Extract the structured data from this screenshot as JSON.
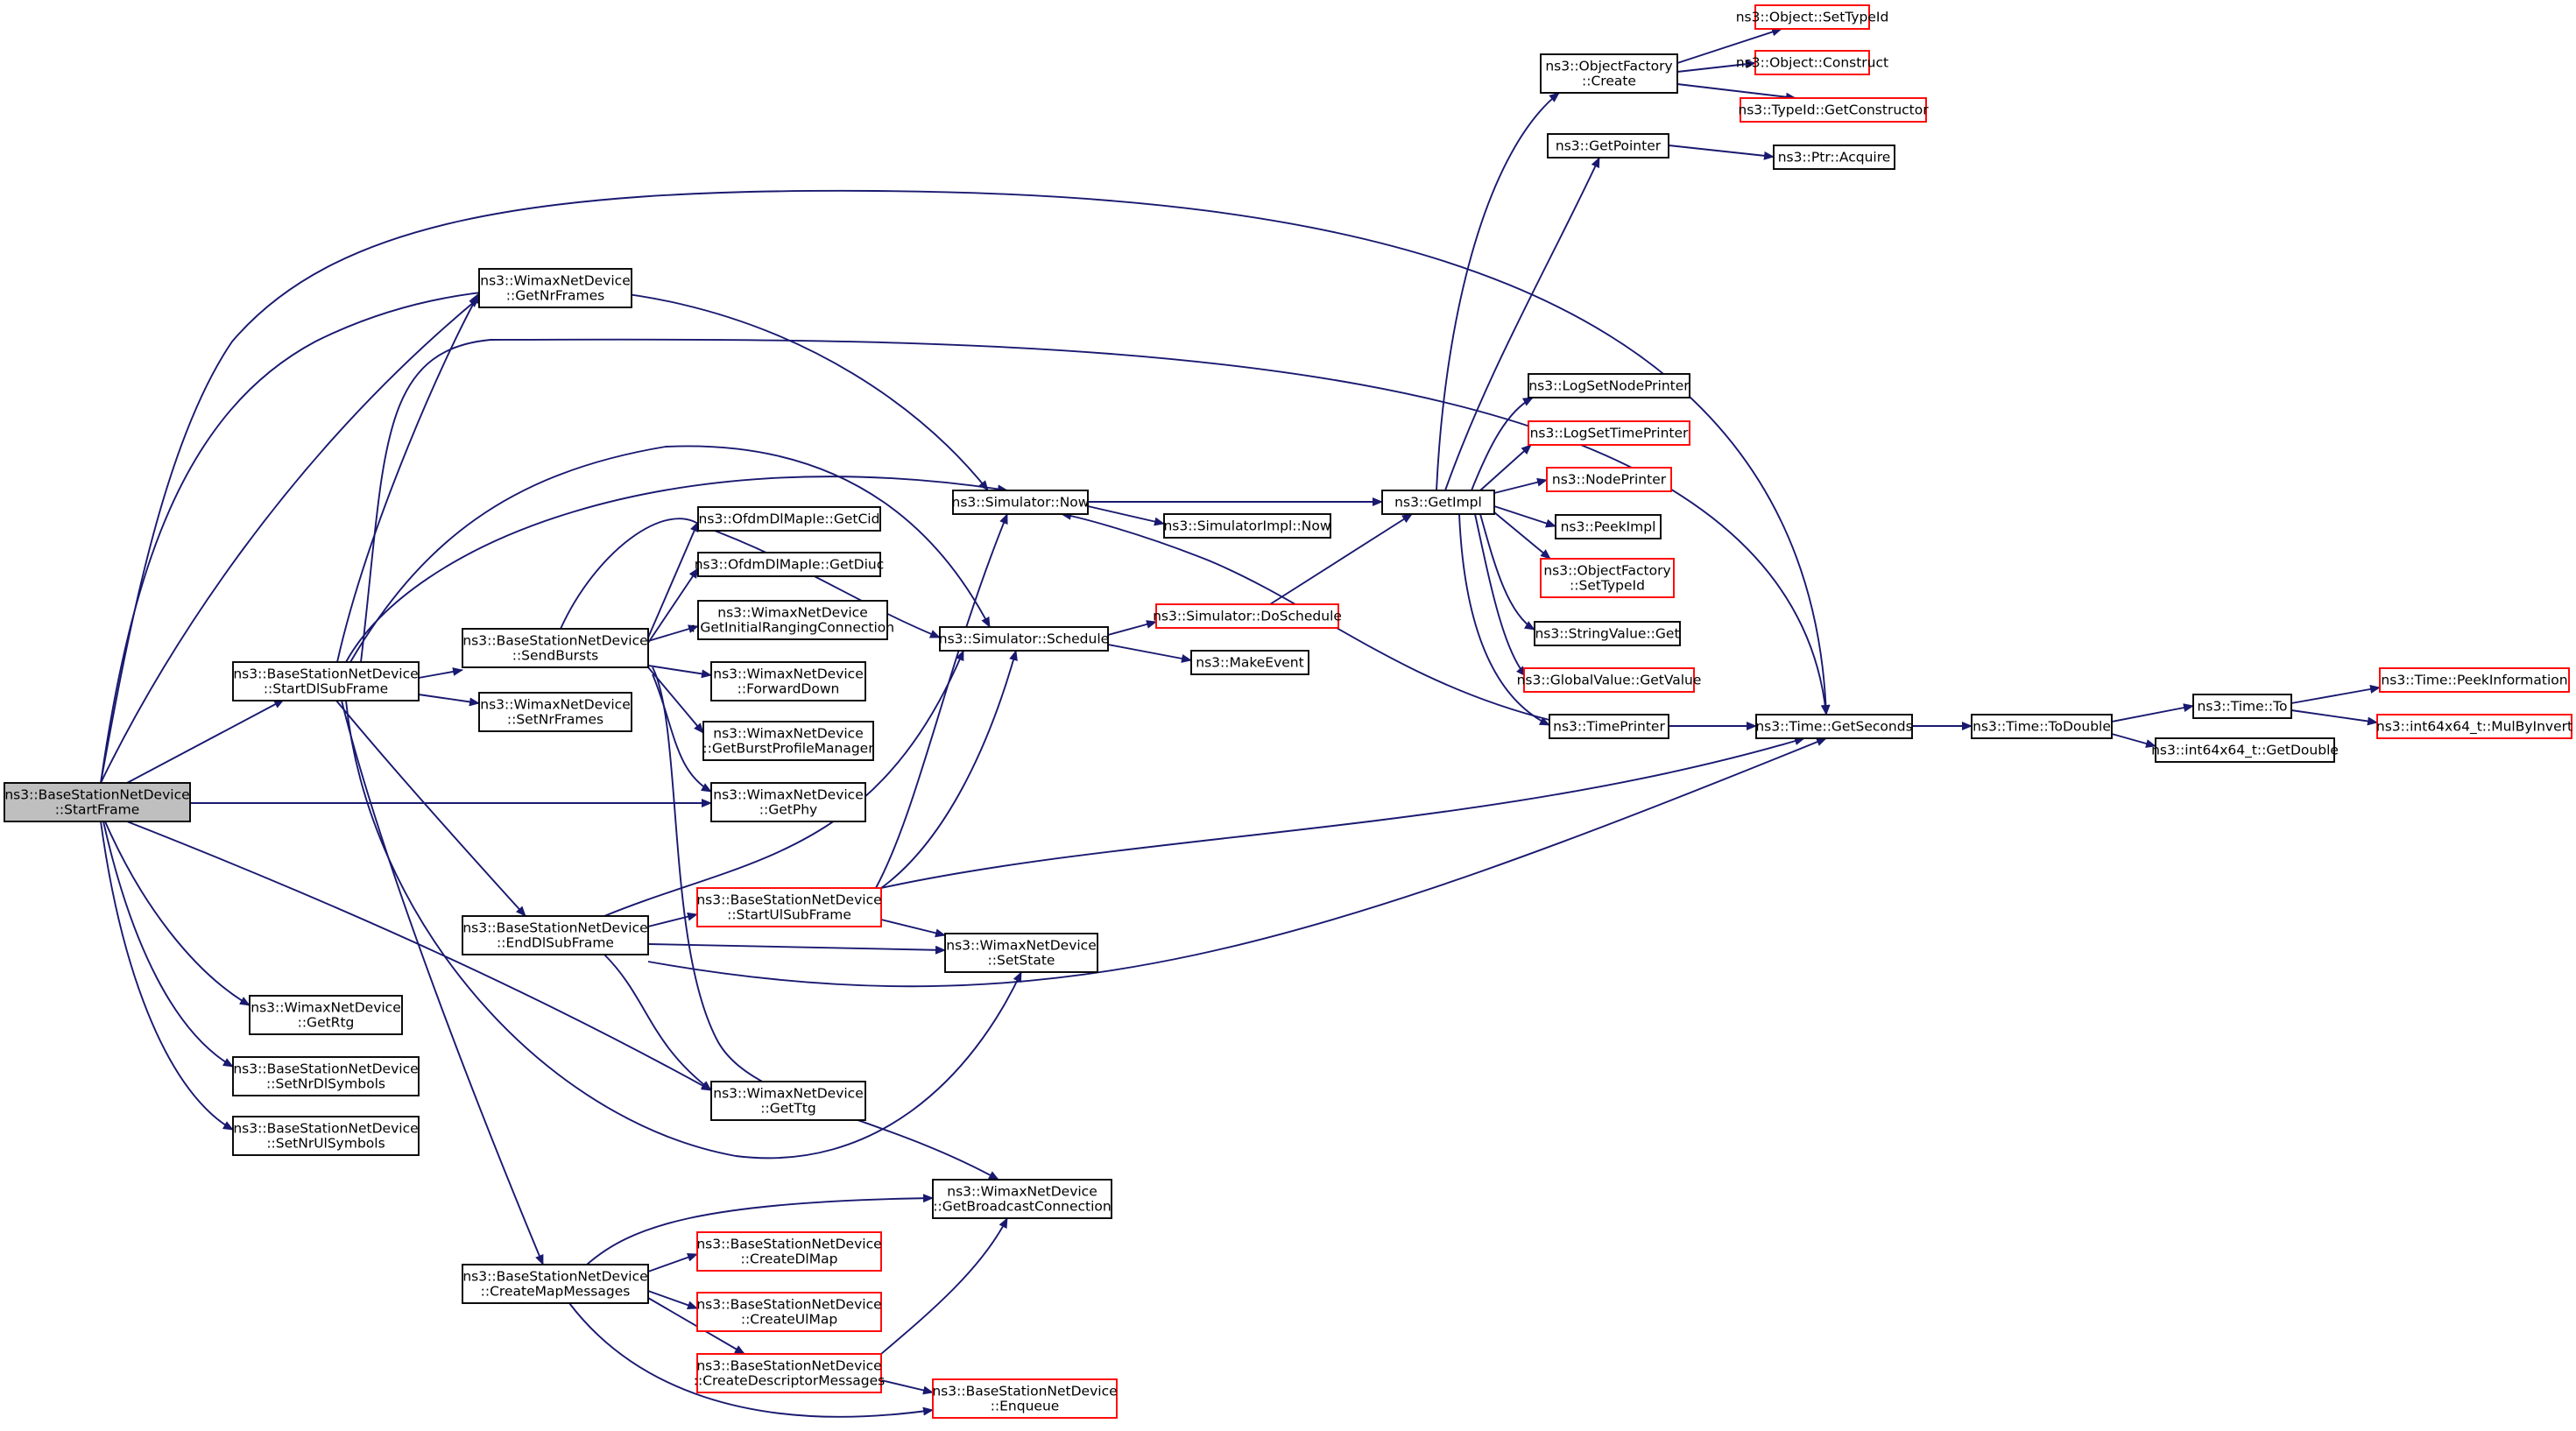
{
  "colors": {
    "edge": "#191970",
    "node_border": "#000000",
    "node_border_truncated": "#ff0000",
    "node_fill": "#ffffff",
    "root_fill": "#bfbfbf"
  },
  "nodes": [
    {
      "id": "startframe",
      "lines": [
        "ns3::BaseStationNetDevice",
        "::StartFrame"
      ],
      "style": "root"
    },
    {
      "id": "startdl",
      "lines": [
        "ns3::BaseStationNetDevice",
        "::StartDlSubFrame"
      ],
      "style": "normal"
    },
    {
      "id": "getnrframes",
      "lines": [
        "ns3::WimaxNetDevice",
        "::GetNrFrames"
      ],
      "style": "normal"
    },
    {
      "id": "getrtg",
      "lines": [
        "ns3::WimaxNetDevice",
        "::GetRtg"
      ],
      "style": "normal"
    },
    {
      "id": "setnrdl",
      "lines": [
        "ns3::BaseStationNetDevice",
        "::SetNrDlSymbols"
      ],
      "style": "normal"
    },
    {
      "id": "setnrul",
      "lines": [
        "ns3::BaseStationNetDevice",
        "::SetNrUlSymbols"
      ],
      "style": "normal"
    },
    {
      "id": "sendbursts",
      "lines": [
        "ns3::BaseStationNetDevice",
        "::SendBursts"
      ],
      "style": "normal"
    },
    {
      "id": "setnrframes",
      "lines": [
        "ns3::WimaxNetDevice",
        "::SetNrFrames"
      ],
      "style": "normal"
    },
    {
      "id": "enddl",
      "lines": [
        "ns3::BaseStationNetDevice",
        "::EndDlSubFrame"
      ],
      "style": "normal"
    },
    {
      "id": "createmap",
      "lines": [
        "ns3::BaseStationNetDevice",
        "::CreateMapMessages"
      ],
      "style": "normal"
    },
    {
      "id": "getcid",
      "lines": [
        "ns3::OfdmDlMapIe::GetCid"
      ],
      "style": "normal"
    },
    {
      "id": "getdiuc",
      "lines": [
        "ns3::OfdmDlMapIe::GetDiuc"
      ],
      "style": "normal"
    },
    {
      "id": "getinitranging",
      "lines": [
        "ns3::WimaxNetDevice",
        "::GetInitialRangingConnection"
      ],
      "style": "normal"
    },
    {
      "id": "forwarddown",
      "lines": [
        "ns3::WimaxNetDevice",
        "::ForwardDown"
      ],
      "style": "normal"
    },
    {
      "id": "getburstprofile",
      "lines": [
        "ns3::WimaxNetDevice",
        "::GetBurstProfileManager"
      ],
      "style": "normal"
    },
    {
      "id": "getphy",
      "lines": [
        "ns3::WimaxNetDevice",
        "::GetPhy"
      ],
      "style": "normal"
    },
    {
      "id": "startul",
      "lines": [
        "ns3::BaseStationNetDevice",
        "::StartUlSubFrame"
      ],
      "style": "truncated"
    },
    {
      "id": "getttg",
      "lines": [
        "ns3::WimaxNetDevice",
        "::GetTtg"
      ],
      "style": "normal"
    },
    {
      "id": "createdlmap",
      "lines": [
        "ns3::BaseStationNetDevice",
        "::CreateDlMap"
      ],
      "style": "truncated"
    },
    {
      "id": "createulmap",
      "lines": [
        "ns3::BaseStationNetDevice",
        "::CreateUlMap"
      ],
      "style": "truncated"
    },
    {
      "id": "createdesc",
      "lines": [
        "ns3::BaseStationNetDevice",
        "::CreateDescriptorMessages"
      ],
      "style": "truncated"
    },
    {
      "id": "enqueue",
      "lines": [
        "ns3::BaseStationNetDevice",
        "::Enqueue"
      ],
      "style": "truncated"
    },
    {
      "id": "simnow",
      "lines": [
        "ns3::Simulator::Now"
      ],
      "style": "normal"
    },
    {
      "id": "simschedule",
      "lines": [
        "ns3::Simulator::Schedule"
      ],
      "style": "normal"
    },
    {
      "id": "setstate",
      "lines": [
        "ns3::WimaxNetDevice",
        "::SetState"
      ],
      "style": "normal"
    },
    {
      "id": "getbroadcast",
      "lines": [
        "ns3::WimaxNetDevice",
        "::GetBroadcastConnection"
      ],
      "style": "normal"
    },
    {
      "id": "simimplnow",
      "lines": [
        "ns3::SimulatorImpl::Now"
      ],
      "style": "normal"
    },
    {
      "id": "doschedule",
      "lines": [
        "ns3::Simulator::DoSchedule"
      ],
      "style": "truncated"
    },
    {
      "id": "makeevent",
      "lines": [
        "ns3::MakeEvent"
      ],
      "style": "normal"
    },
    {
      "id": "getimpl",
      "lines": [
        "ns3::GetImpl"
      ],
      "style": "normal"
    },
    {
      "id": "objfactorycreate",
      "lines": [
        "ns3::ObjectFactory",
        "::Create"
      ],
      "style": "normal"
    },
    {
      "id": "getpointer",
      "lines": [
        "ns3::GetPointer"
      ],
      "style": "normal"
    },
    {
      "id": "logsetnode",
      "lines": [
        "ns3::LogSetNodePrinter"
      ],
      "style": "normal"
    },
    {
      "id": "logsettime",
      "lines": [
        "ns3::LogSetTimePrinter"
      ],
      "style": "truncated"
    },
    {
      "id": "nodeprinter",
      "lines": [
        "ns3::NodePrinter"
      ],
      "style": "truncated"
    },
    {
      "id": "peekimpl",
      "lines": [
        "ns3::PeekImpl"
      ],
      "style": "normal"
    },
    {
      "id": "objfactorysettype",
      "lines": [
        "ns3::ObjectFactory",
        "::SetTypeId"
      ],
      "style": "truncated"
    },
    {
      "id": "stringvalueget",
      "lines": [
        "ns3::StringValue::Get"
      ],
      "style": "normal"
    },
    {
      "id": "globalvalueget",
      "lines": [
        "ns3::GlobalValue::GetValue"
      ],
      "style": "truncated"
    },
    {
      "id": "timeprinter",
      "lines": [
        "ns3::TimePrinter"
      ],
      "style": "normal"
    },
    {
      "id": "objsettype",
      "lines": [
        "ns3::Object::SetTypeId"
      ],
      "style": "truncated"
    },
    {
      "id": "objconstruct",
      "lines": [
        "ns3::Object::Construct"
      ],
      "style": "truncated"
    },
    {
      "id": "typeidgetctor",
      "lines": [
        "ns3::TypeId::GetConstructor"
      ],
      "style": "truncated"
    },
    {
      "id": "ptracquire",
      "lines": [
        "ns3::Ptr::Acquire"
      ],
      "style": "normal"
    },
    {
      "id": "timegetseconds",
      "lines": [
        "ns3::Time::GetSeconds"
      ],
      "style": "normal"
    },
    {
      "id": "timetodouble",
      "lines": [
        "ns3::Time::ToDouble"
      ],
      "style": "normal"
    },
    {
      "id": "timeto",
      "lines": [
        "ns3::Time::To"
      ],
      "style": "normal"
    },
    {
      "id": "int64getdouble",
      "lines": [
        "ns3::int64x64_t::GetDouble"
      ],
      "style": "normal"
    },
    {
      "id": "peekinfo",
      "lines": [
        "ns3::Time::PeekInformation"
      ],
      "style": "truncated"
    },
    {
      "id": "mulbyinvert",
      "lines": [
        "ns3::int64x64_t::MulByInvert"
      ],
      "style": "truncated"
    }
  ]
}
